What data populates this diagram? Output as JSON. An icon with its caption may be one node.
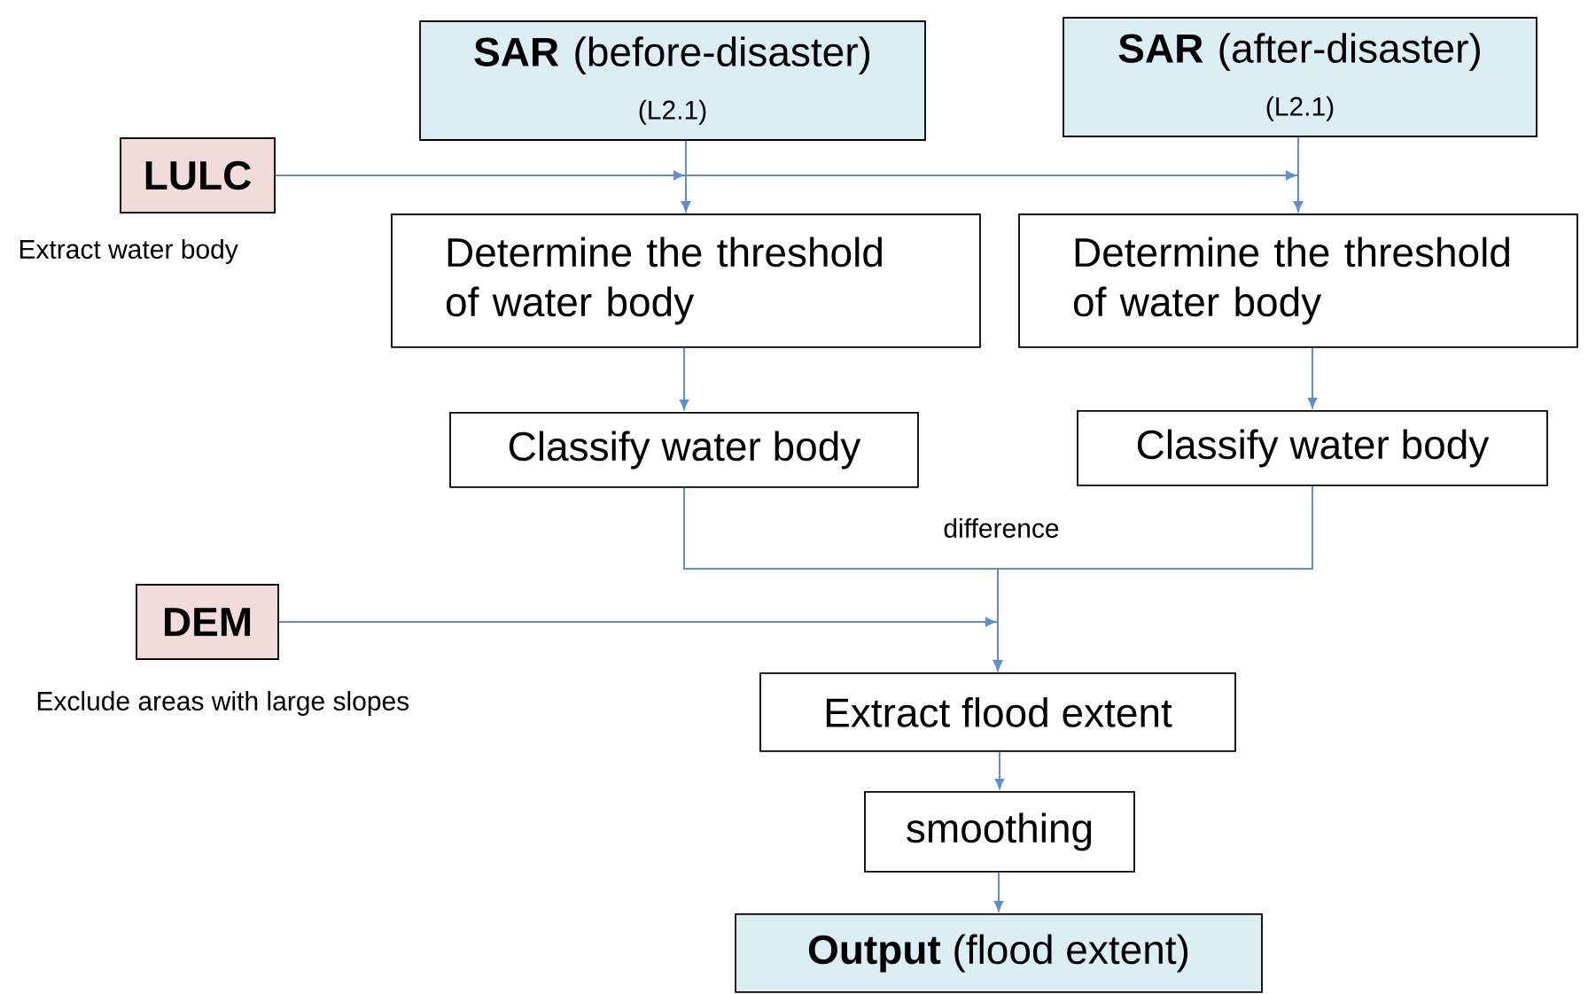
{
  "diagram": {
    "nodes": [
      {
        "text": [
          "**SAR** (before-disaster)",
          "(L2.1)"
        ]
      },
      {
        "text": [
          "**SAR** (after-disaster)",
          "(L2.1)"
        ]
      },
      {
        "text": [
          "LULC"
        ],
        "beside": [
          "Extract water body"
        ]
      },
      {
        "text": [
          "Determine the threshold of water body"
        ]
      },
      {
        "text": [
          "Determine the threshold of water body"
        ]
      },
      {
        "text": [
          "Classify water body"
        ]
      },
      {
        "text": [
          "Classify water body"
        ]
      },
      {
        "text": [
          "DEM"
        ],
        "beside": [
          "Exclude areas with large slopes"
        ]
      },
      {
        "text": [
          "Extract flood extent"
        ]
      },
      {
        "text": [
          "smoothing"
        ]
      },
      {
        "text": [
          "**Output** (flood extent)"
        ]
      }
    ],
    "edges": [
      {
        "from": 0,
        "to": 3,
        "arrow": "to"
      },
      {
        "from": 2,
        "to": 3,
        "arrow": "to"
      },
      {
        "from": 1,
        "to": 4,
        "arrow": "to"
      },
      {
        "from": 2,
        "to": 4,
        "arrow": "to"
      },
      {
        "from": 3,
        "to": 5,
        "arrow": "to"
      },
      {
        "from": 4,
        "to": 6,
        "arrow": "to"
      },
      {
        "from": 5,
        "to": 8,
        "arrow": "to",
        "label": "difference"
      },
      {
        "from": 6,
        "to": 8,
        "arrow": "to"
      },
      {
        "from": 7,
        "to": 8,
        "arrow": "to"
      },
      {
        "from": 8,
        "to": 9,
        "arrow": "to"
      },
      {
        "from": 9,
        "to": 10,
        "arrow": "to"
      }
    ]
  }
}
